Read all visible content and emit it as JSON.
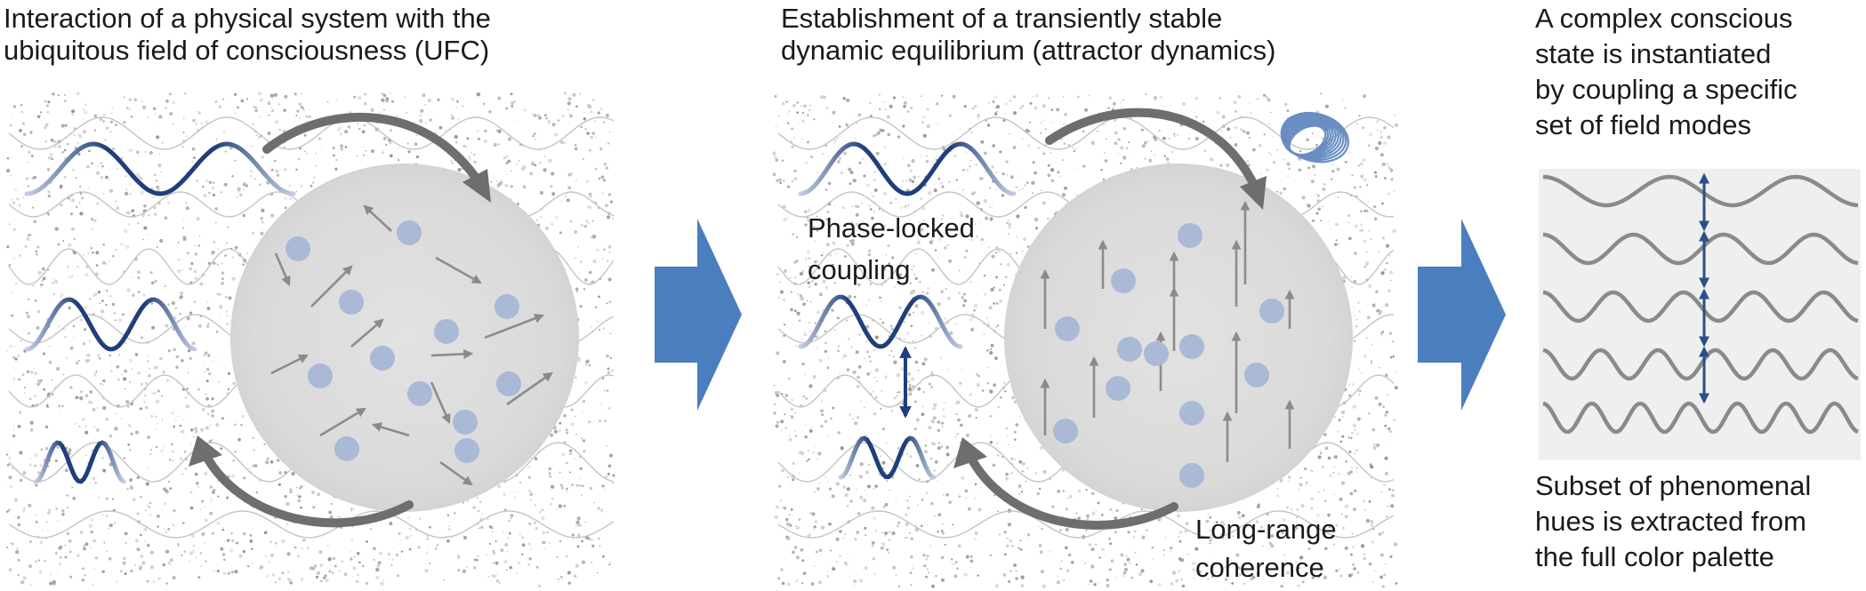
{
  "panel1": {
    "title_line1": "Interaction of a physical system with the",
    "title_line2": "ubiquitous field of consciousness (UFC)"
  },
  "panel2": {
    "title_line1": "Establishment of a transiently stable",
    "title_line2": "dynamic equilibrium (attractor dynamics)",
    "label_phase_line1": "Phase-locked",
    "label_phase_line2": "coupling",
    "label_coherence_line1": "Long-range",
    "label_coherence_line2": "coherence"
  },
  "panel3": {
    "title_line1": "A complex conscious",
    "title_line2": "state is instantiated",
    "title_line3": "by coupling a specific",
    "title_line4": "set of field modes",
    "caption_line1": "Subset of phenomenal",
    "caption_line2": "hues is extracted from",
    "caption_line3": "the full color palette"
  },
  "colors": {
    "wave_blue": "#1f3f7a",
    "wave_fade": "#b9c6dc",
    "circle_fill": "#dcdcdc",
    "particle": "#a8b8d6",
    "arrow_gray": "#888888",
    "big_arrow": "#4a7ebf",
    "curved_arrow": "#6e6e6e",
    "double_arrow": "#1f3f7a"
  }
}
